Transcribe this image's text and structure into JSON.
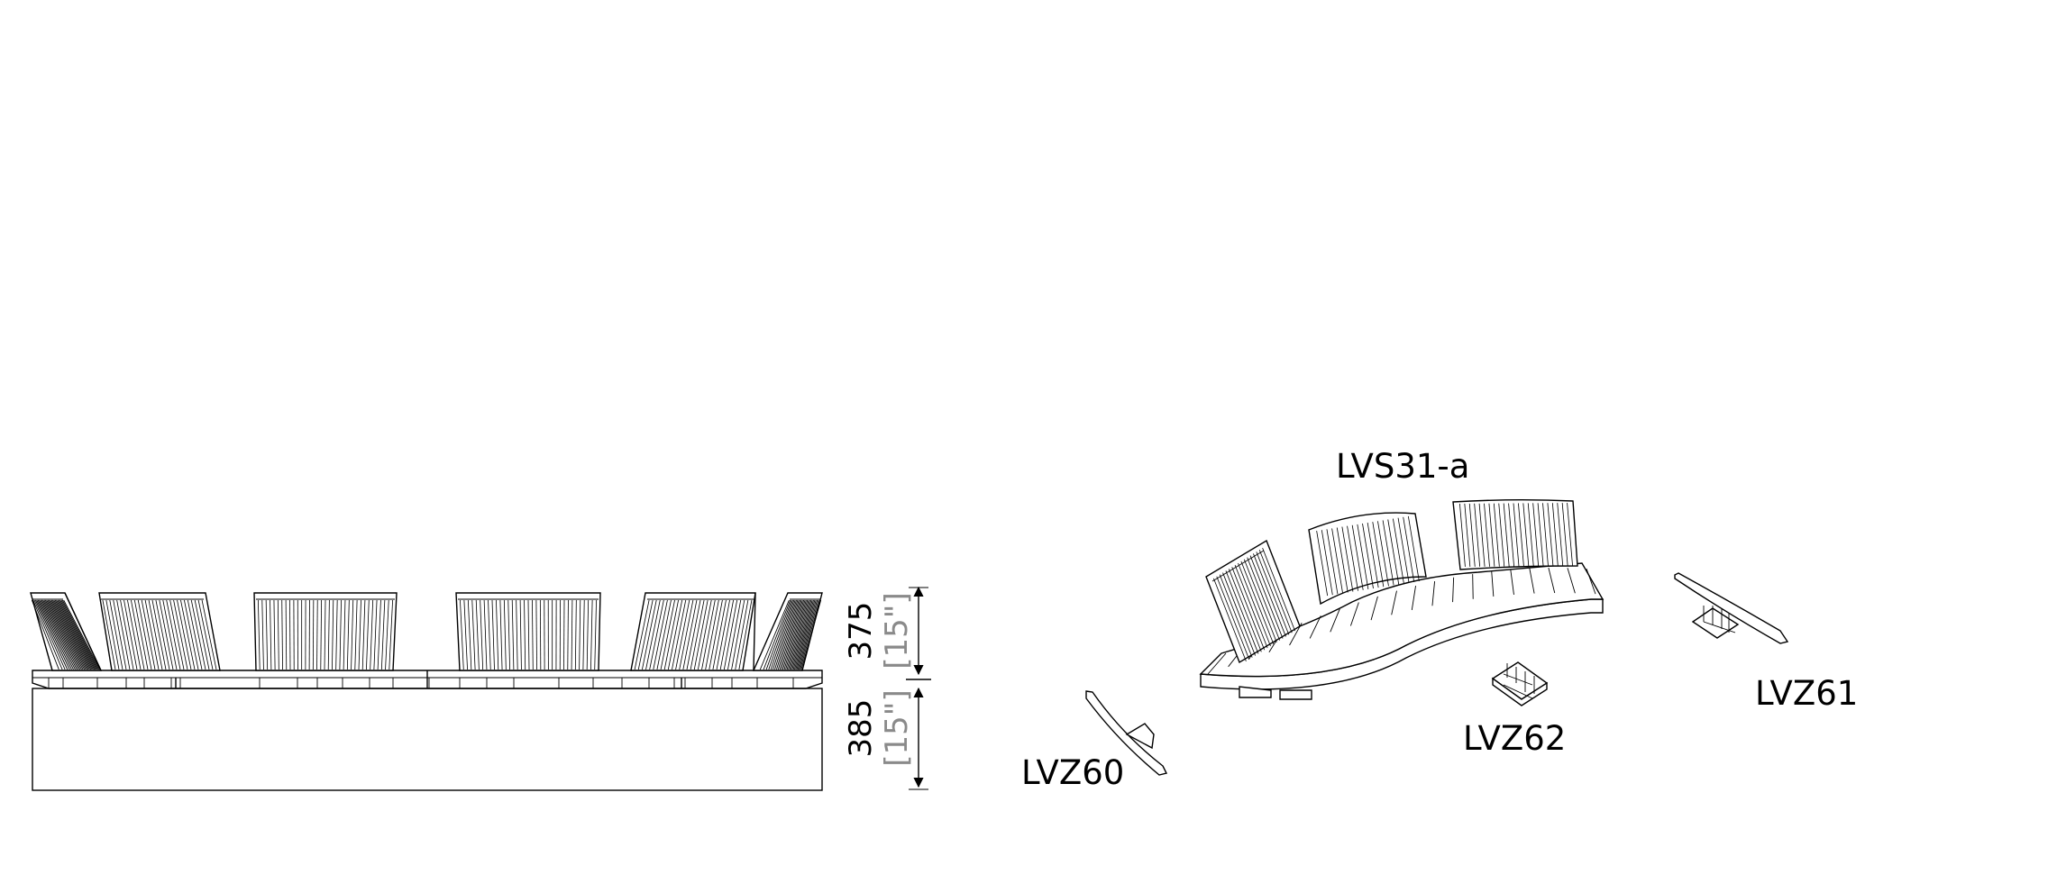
{
  "dimensions": {
    "upper_mm": "375",
    "upper_in": "[15\"]",
    "lower_mm": "385",
    "lower_in": "[15\"]"
  },
  "labels": {
    "bench": "LVS31-a",
    "part_a": "LVZ60",
    "part_b": "LVZ62",
    "part_c": "LVZ61"
  },
  "colors": {
    "line": "#000000",
    "imperial_text": "#8a8a8a",
    "background": "#ffffff"
  }
}
